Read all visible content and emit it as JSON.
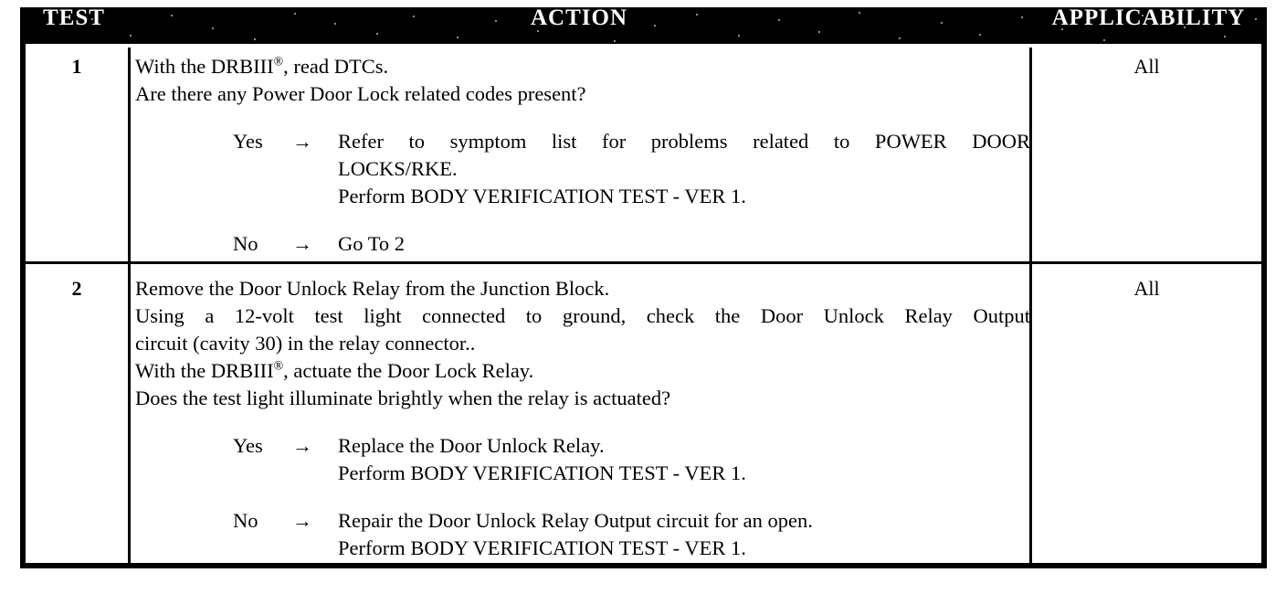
{
  "table": {
    "headers": {
      "test": "TEST",
      "action": "ACTION",
      "applicability": "APPLICABILITY"
    },
    "colors": {
      "header_background": "#000000",
      "header_text": "#ffffff",
      "body_text": "#000000",
      "page_background": "#ffffff"
    },
    "rows": [
      {
        "test": "1",
        "applicability": "All",
        "statements": [
          "With the DRBIII®, read DTCs.",
          "Are there any Power Door Lock related codes present?"
        ],
        "branches": [
          {
            "label": "Yes",
            "arrow": "→",
            "lines": [
              "Refer to symptom list for problems related to POWER DOOR",
              "LOCKS/RKE.",
              "Perform BODY VERIFICATION TEST - VER 1."
            ]
          },
          {
            "label": "No",
            "arrow": "→",
            "lines": [
              "Go To   2"
            ]
          }
        ]
      },
      {
        "test": "2",
        "applicability": "All",
        "statements": [
          "Remove the Door Unlock Relay from the Junction Block.",
          "Using a 12-volt test light connected to ground, check the Door Unlock Relay Output",
          "circuit (cavity 30) in the relay connector..",
          "With the DRBIII®, actuate the Door Lock Relay.",
          "Does the test light illuminate brightly when the relay is actuated?"
        ],
        "branches": [
          {
            "label": "Yes",
            "arrow": "→",
            "lines": [
              "Replace the Door Unlock Relay.",
              "Perform BODY VERIFICATION TEST - VER 1."
            ]
          },
          {
            "label": "No",
            "arrow": "→",
            "lines": [
              "Repair the Door Unlock Relay Output circuit for an open.",
              "Perform BODY VERIFICATION TEST - VER 1."
            ]
          }
        ]
      }
    ]
  }
}
